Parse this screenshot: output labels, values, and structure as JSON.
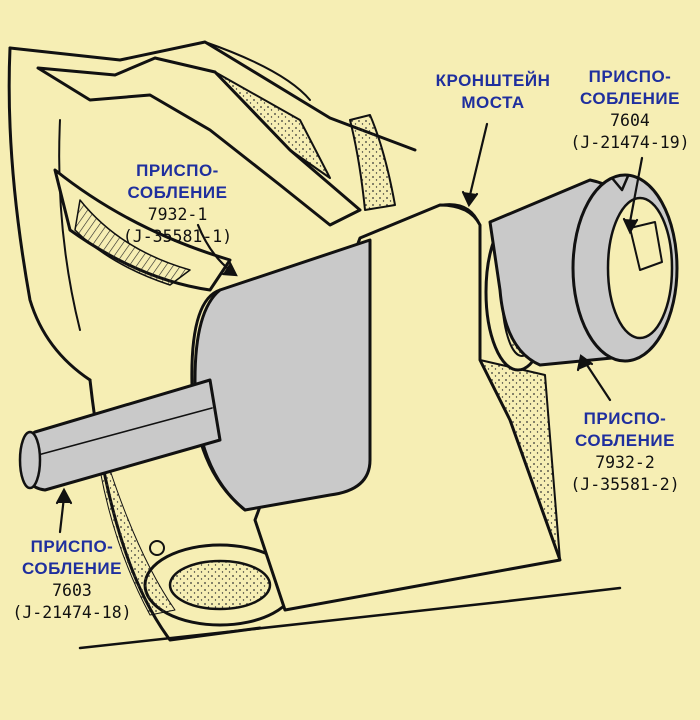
{
  "colors": {
    "background": "#f6eeb4",
    "label_blue": "#1f2f9e",
    "tool_fill": "#c9c9c9",
    "ink": "#111111"
  },
  "labels": {
    "bracket": {
      "line1": "КРОНШТЕЙН",
      "line2": "МОСТА"
    },
    "tool_7604": {
      "line1": "ПРИСПО-",
      "line2": "СОБЛЕНИЕ",
      "number": "7604",
      "code": "(J-21474-19)"
    },
    "tool_7932_1": {
      "line1": "ПРИСПО-",
      "line2": "СОБЛЕНИЕ",
      "number": "7932-1",
      "code": "(J-35581-1)"
    },
    "tool_7932_2": {
      "line1": "ПРИСПО-",
      "line2": "СОБЛЕНИЕ",
      "number": "7932-2",
      "code": "(J-35581-2)"
    },
    "tool_7603": {
      "line1": "ПРИСПО-",
      "line2": "СОБЛЕНИЕ",
      "number": "7603",
      "code": "(J-21474-18)"
    }
  }
}
